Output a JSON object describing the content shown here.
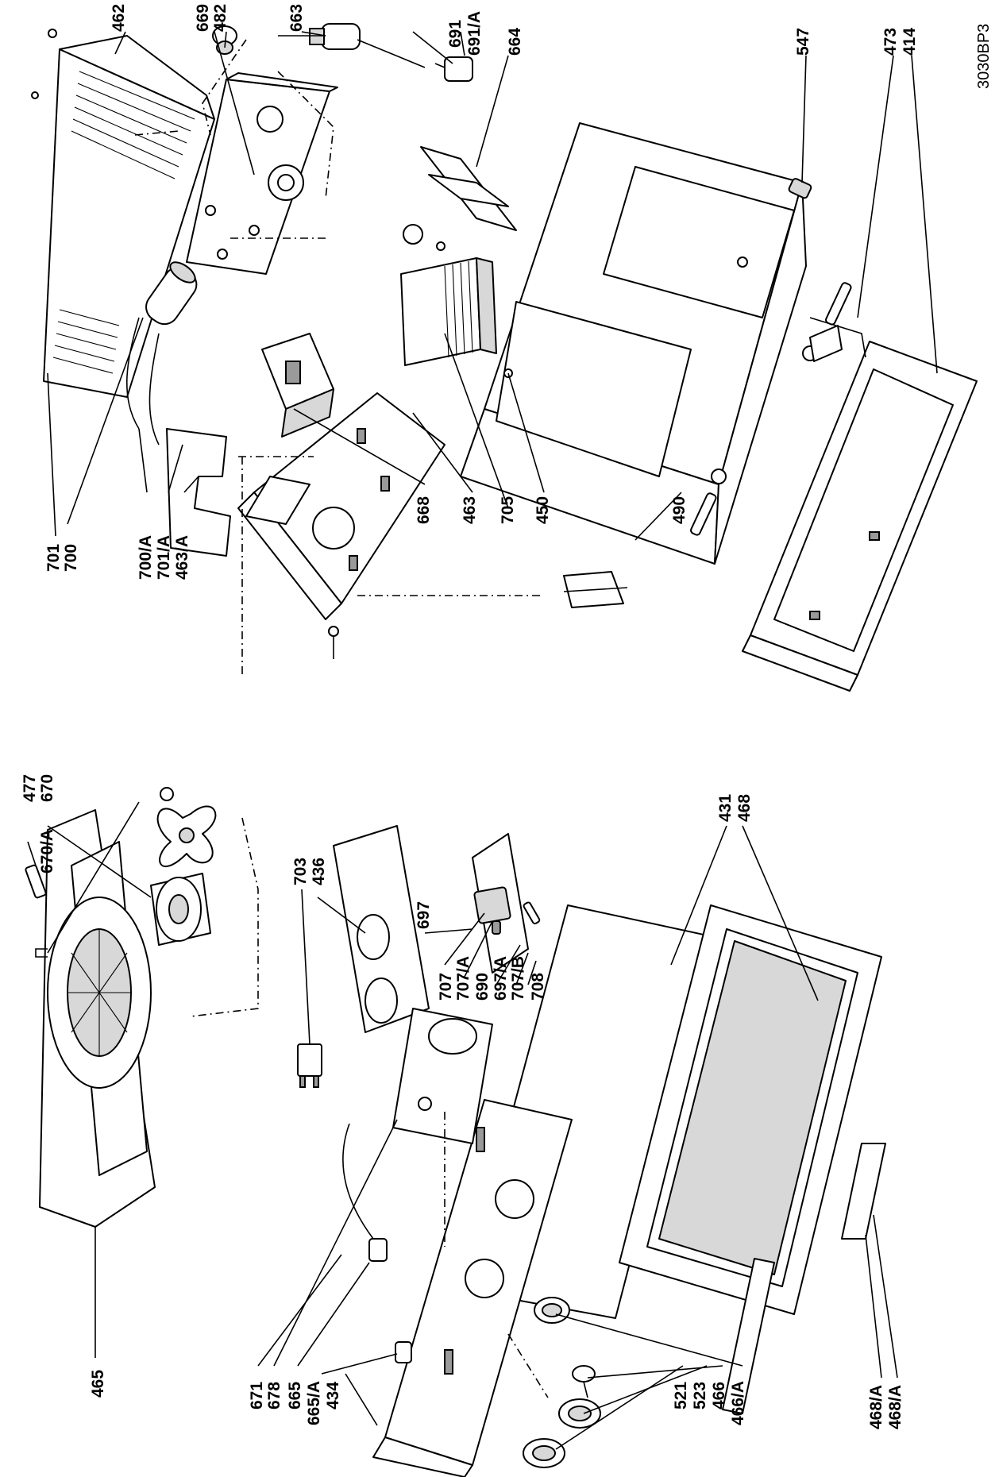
{
  "drawing_ref": "3030BP3",
  "labels": {
    "l462": "462",
    "l669": "669",
    "l482": "482",
    "l663": "663",
    "l691": "691",
    "l691a": "691/A",
    "l664": "664",
    "l547": "547",
    "l473": "473",
    "l414": "414",
    "l701": "701",
    "l700": "700",
    "l700a": "700/A",
    "l701a": "701/A",
    "l463a": "463/A",
    "l668": "668",
    "l463": "463",
    "l705": "705",
    "l450": "450",
    "l490": "490",
    "l477": "477",
    "l670": "670",
    "l670a": "670/A",
    "l465": "465",
    "l703": "703",
    "l436": "436",
    "l697": "697",
    "l707": "707",
    "l707a": "707/A",
    "l690": "690",
    "l697a": "697/A",
    "l707b": "707/B",
    "l708": "708",
    "l431": "431",
    "l468": "468",
    "l671": "671",
    "l678": "678",
    "l665": "665",
    "l665a": "665/A",
    "l434": "434",
    "l521": "521",
    "l523": "523",
    "l466": "466",
    "l466a": "466/A",
    "l468a1": "468/A",
    "l468a2": "468/A"
  }
}
